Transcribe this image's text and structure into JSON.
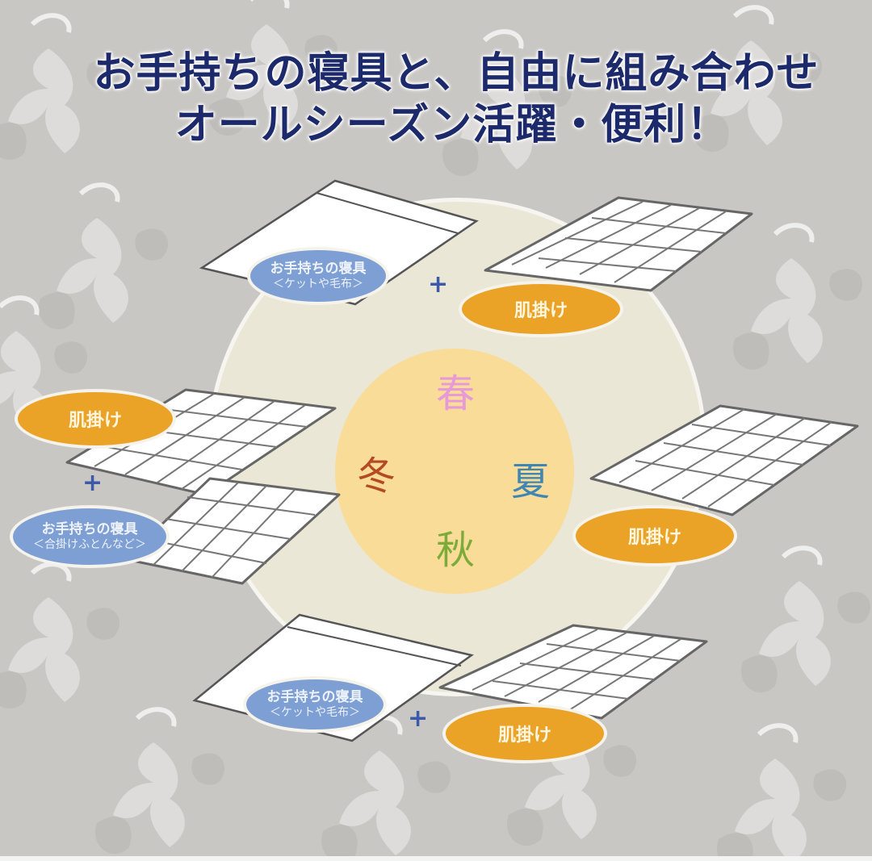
{
  "header": {
    "line1": "お手持ちの寝具と、自由に組み合わせ",
    "line2": "オールシーズン活躍・便利！"
  },
  "colors": {
    "title": "#1c2a6b",
    "background": "#c9c7c4",
    "big_circle": "#ebe7d6",
    "inner_circle": "#f9dc98",
    "orange_label": "#eaa327",
    "blue_label": "#7d9fd3",
    "plus": "#3d5aa8",
    "spring": "#e79ad8",
    "summer": "#3f86b5",
    "autumn": "#7cab3a",
    "winter": "#b34a23"
  },
  "seasons": {
    "spring": "春",
    "summer": "夏",
    "autumn": "秋",
    "winter": "冬"
  },
  "combos": {
    "top": {
      "own_bedding_label": "お手持ちの寝具",
      "own_bedding_sub": "＜ケットや毛布＞",
      "plus": "+",
      "product_label": "肌掛け"
    },
    "left": {
      "product_label": "肌掛け",
      "plus": "+",
      "own_bedding_label": "お手持ちの寝具",
      "own_bedding_sub": "＜合掛けふとんなど＞"
    },
    "right": {
      "product_label": "肌掛け"
    },
    "bottom": {
      "own_bedding_label": "お手持ちの寝具",
      "own_bedding_sub": "＜ケットや毛布＞",
      "plus": "+",
      "product_label": "肌掛け"
    }
  }
}
